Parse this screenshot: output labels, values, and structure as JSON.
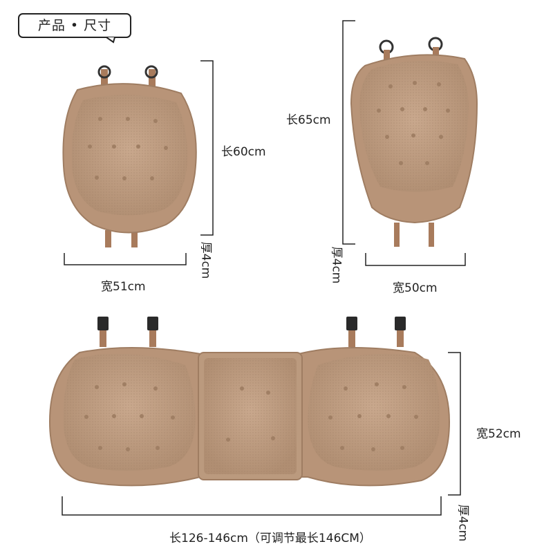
{
  "header": {
    "title": "产品 • 尺寸"
  },
  "dimensions": {
    "front_seat_length": "长60cm",
    "front_seat_width": "宽51cm",
    "front_seat_thickness": "厚4cm",
    "back_seat_length": "长65cm",
    "back_seat_width": "宽50cm",
    "back_seat_thickness": "厚4cm",
    "rear_bench_width": "宽52cm",
    "rear_bench_length": "长126-146cm（可调节最长146CM）",
    "rear_bench_thickness": "厚4cm"
  },
  "colors": {
    "cushion": "#c2a084",
    "cushion_dark": "#a88468",
    "line": "#222222"
  }
}
